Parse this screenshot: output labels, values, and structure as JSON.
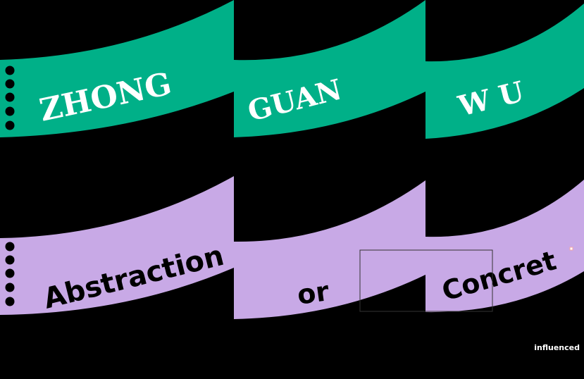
{
  "colors": {
    "background": "#000000",
    "green_banner": "#00B088",
    "purple_banner": "#C8A9E6",
    "green_text": "#FFFFFF",
    "purple_text": "#000000"
  },
  "top_banner": {
    "words": [
      "ZHONG",
      "GUAN",
      "W U"
    ]
  },
  "bottom_banner": {
    "words": [
      "Abstraction",
      "or",
      "Concret"
    ]
  },
  "footer": {
    "label": "influenced"
  }
}
